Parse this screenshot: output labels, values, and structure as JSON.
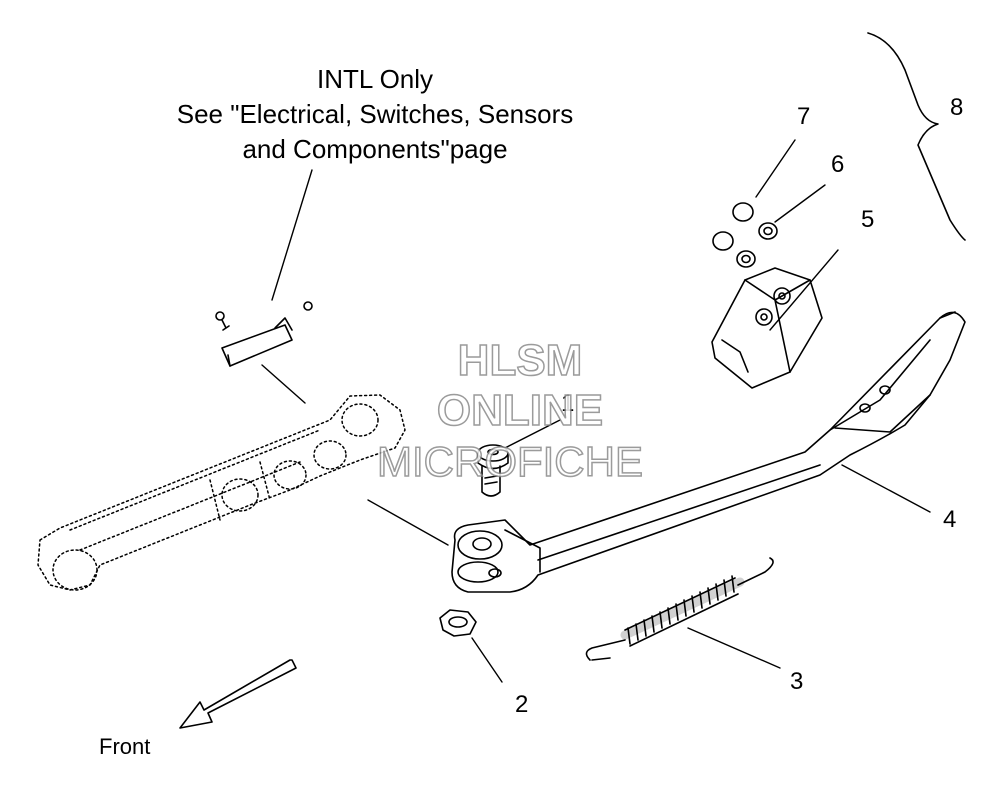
{
  "callouts": [
    "1",
    "2",
    "3",
    "4",
    "5",
    "6",
    "7",
    "8"
  ],
  "note": {
    "line1": "INTL Only",
    "line2": "See \"Electrical, Switches, Sensors",
    "line3": "and Components\"page"
  },
  "direction_label": "Front",
  "watermark": {
    "line1": "HLSM",
    "line2": "ONLINE",
    "line3": "MICROFICHE"
  }
}
